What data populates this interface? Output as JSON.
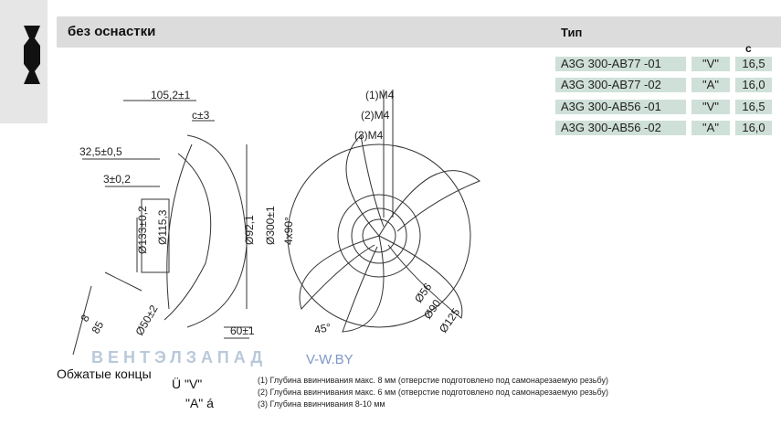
{
  "header": {
    "title": "без оснастки",
    "type_label": "Тип"
  },
  "table": {
    "column_header": "c",
    "rows": [
      {
        "model": "A3G 300-AB77  -01",
        "code": "\"V\"",
        "value": "16,5"
      },
      {
        "model": "A3G 300-AB77  -02",
        "code": "\"A\"",
        "value": "16,0"
      },
      {
        "model": "A3G 300-AB56  -01",
        "code": "\"V\"",
        "value": "16,5"
      },
      {
        "model": "A3G 300-AB56  -02",
        "code": "\"A\"",
        "value": "16,0"
      }
    ]
  },
  "dimensions": {
    "d1": "105,2±1",
    "d2": "c±3",
    "d3": "32,5±0,5",
    "d4": "3±0,2",
    "d5": "Ø133±0,2",
    "d6": "Ø115,3",
    "d7": "Ø92,1",
    "d8": "Ø300±1",
    "d9": "8",
    "d10": "85",
    "d11": "Ø50±2",
    "d12": "60±1",
    "m1": "(1)M4",
    "m2": "(2)M4",
    "m3": "(3)M4",
    "a1": "4x90°",
    "a2": "45°",
    "r1": "Ø56",
    "r2": "Ø90",
    "r3": "Ø125"
  },
  "watermark": {
    "brand": "ВЕНТЭЛЗАПАД",
    "url": "V-W.BY"
  },
  "labels": {
    "crimp": "Обжатые концы",
    "v_label": "Ü \"V\"",
    "a_label": "\"A\" á"
  },
  "notes": [
    "(1) Глубина ввинчивания макс. 8 мм (отверстие подготовлено под самонарезаемую резьбу)",
    "(2) Глубина ввинчивания макс. 6 мм (отверстие подготовлено под самонарезаемую резьбу)",
    "(3) Глубина ввинчивания 8-10 мм"
  ]
}
